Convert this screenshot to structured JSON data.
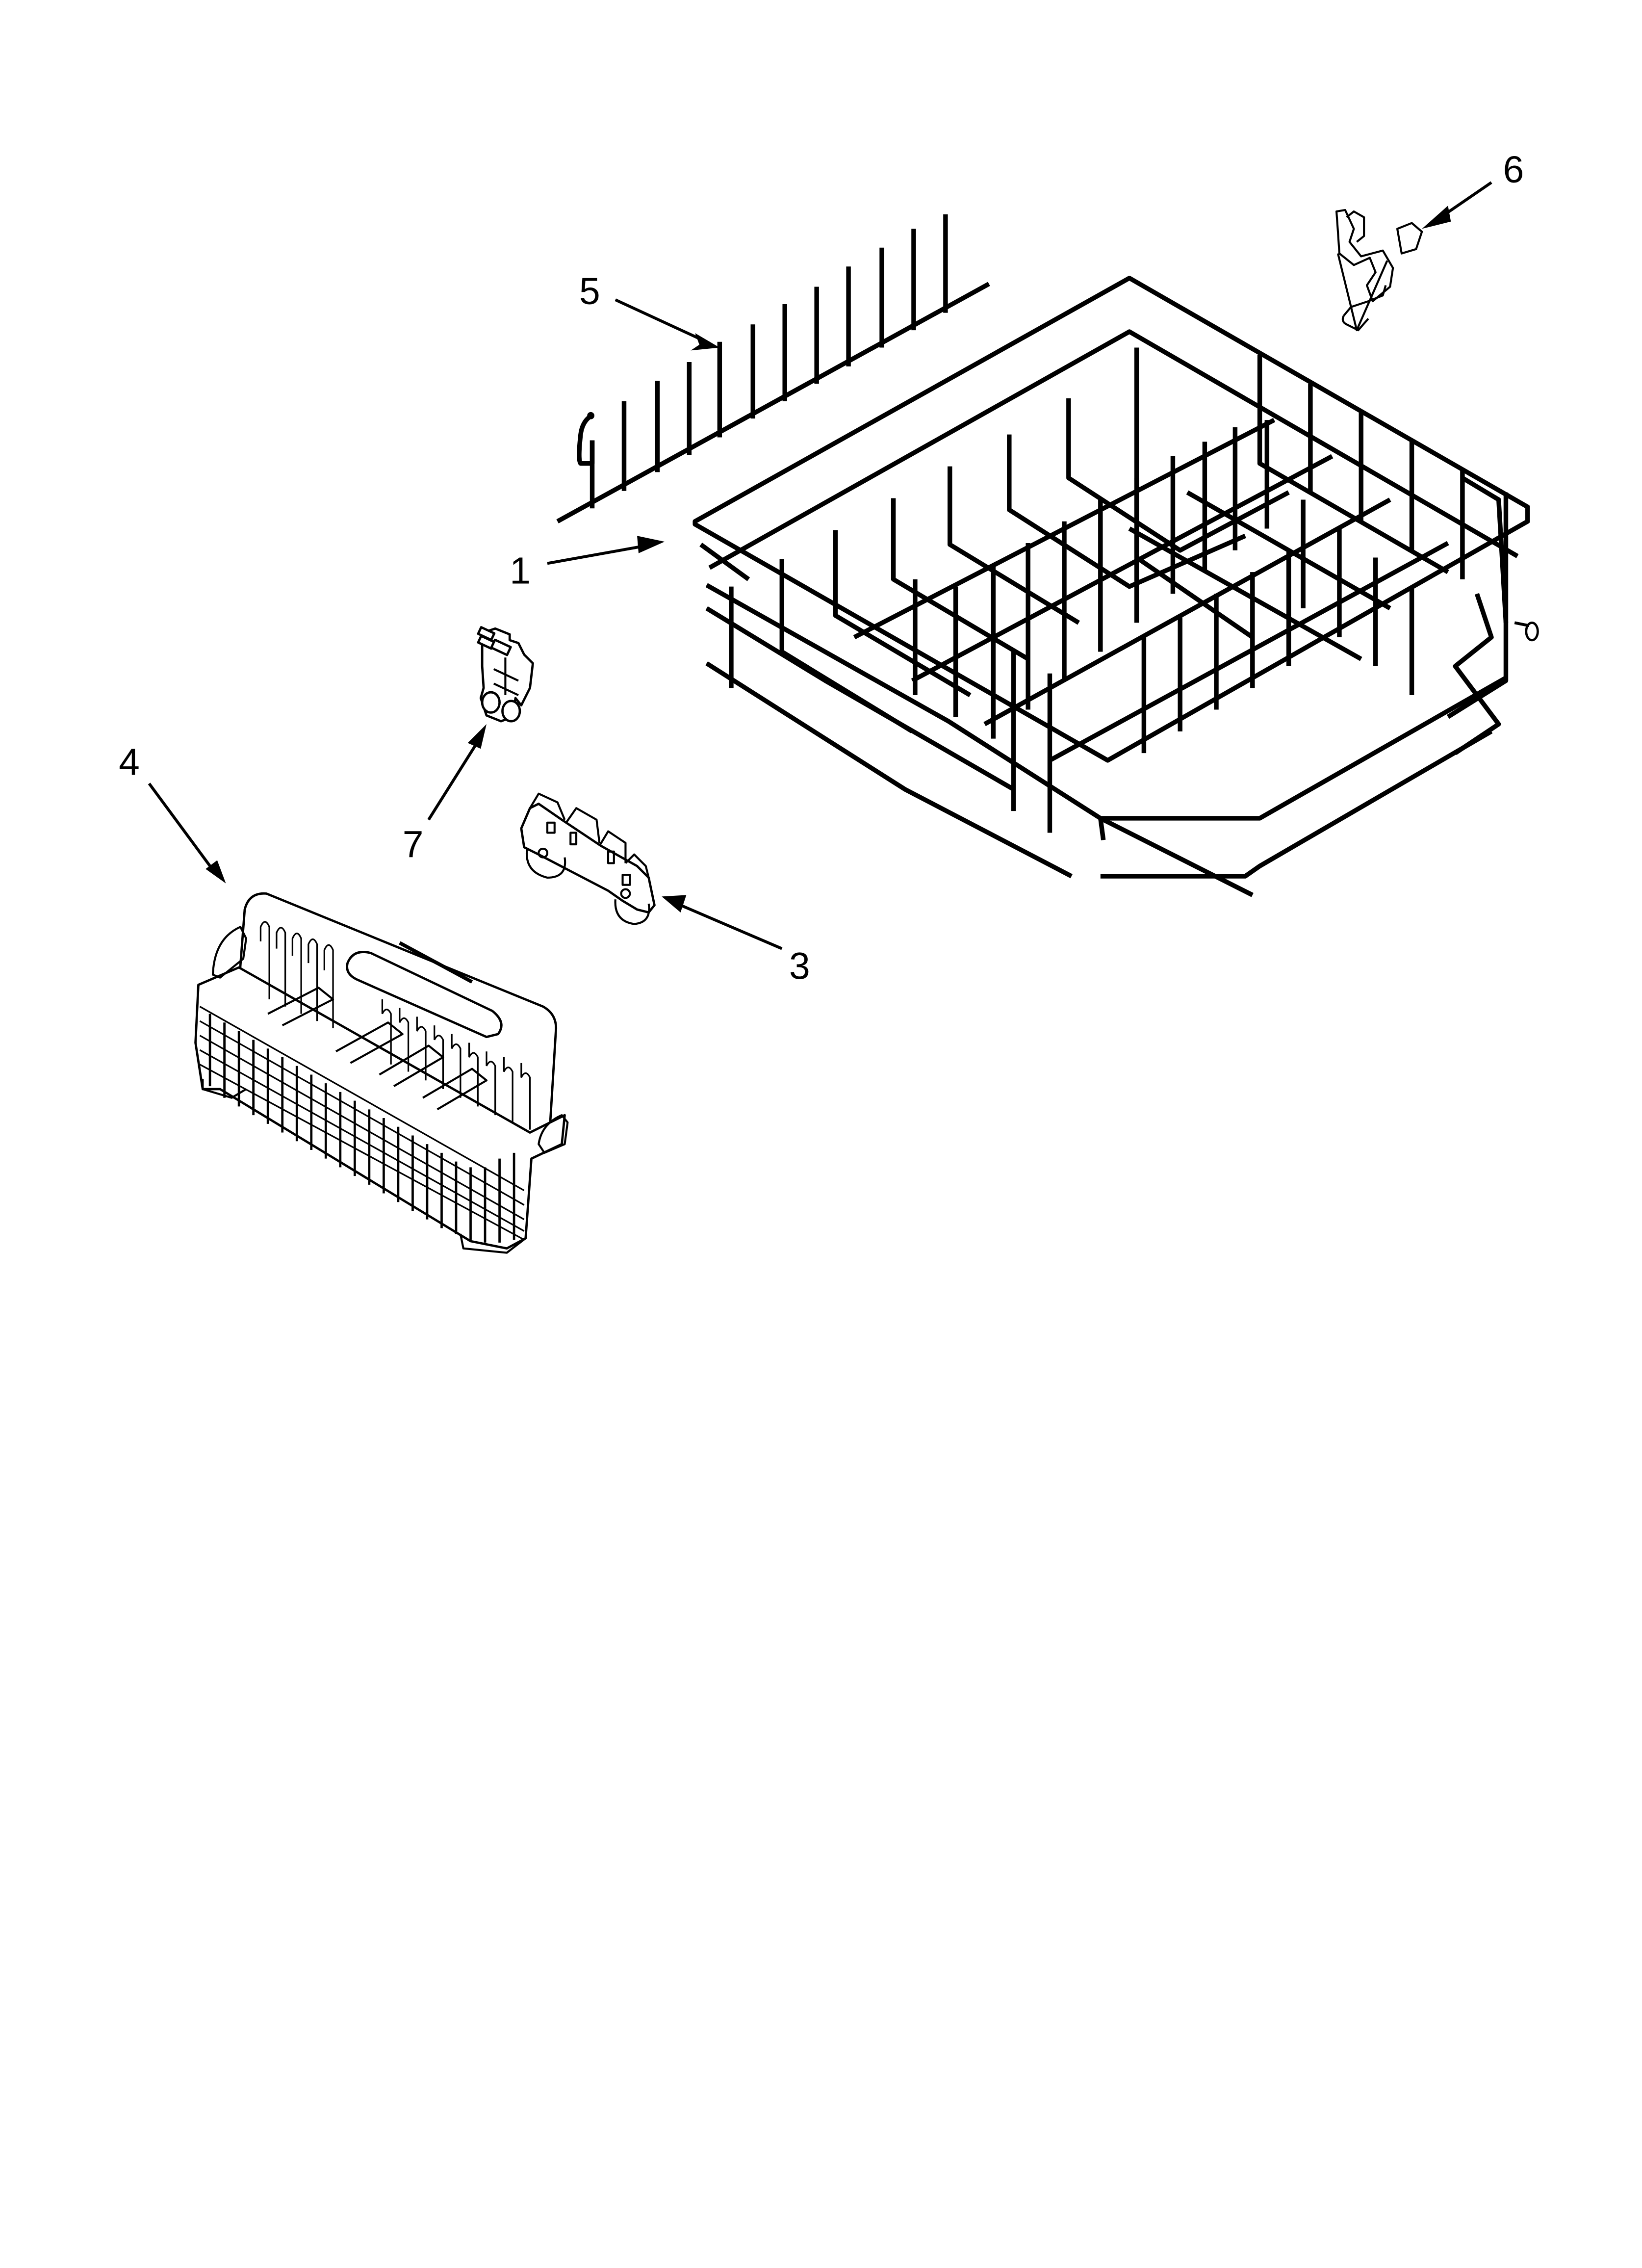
{
  "diagram": {
    "type": "exploded-parts-view",
    "subject": "dishwasher lower rack assembly",
    "line_color": "#000000",
    "background_color": "#ffffff"
  },
  "callouts": [
    {
      "id": "1",
      "label": "1",
      "part": "lower-dish-rack"
    },
    {
      "id": "3",
      "label": "3",
      "part": "rack-roller-assembly"
    },
    {
      "id": "4",
      "label": "4",
      "part": "silverware-basket"
    },
    {
      "id": "5",
      "label": "5",
      "part": "tine-row"
    },
    {
      "id": "6",
      "label": "6",
      "part": "tine-clip"
    },
    {
      "id": "7",
      "label": "7",
      "part": "rack-wheel-clip"
    }
  ],
  "labels": {
    "c1": "1",
    "c3": "3",
    "c4": "4",
    "c5": "5",
    "c6": "6",
    "c7": "7"
  }
}
